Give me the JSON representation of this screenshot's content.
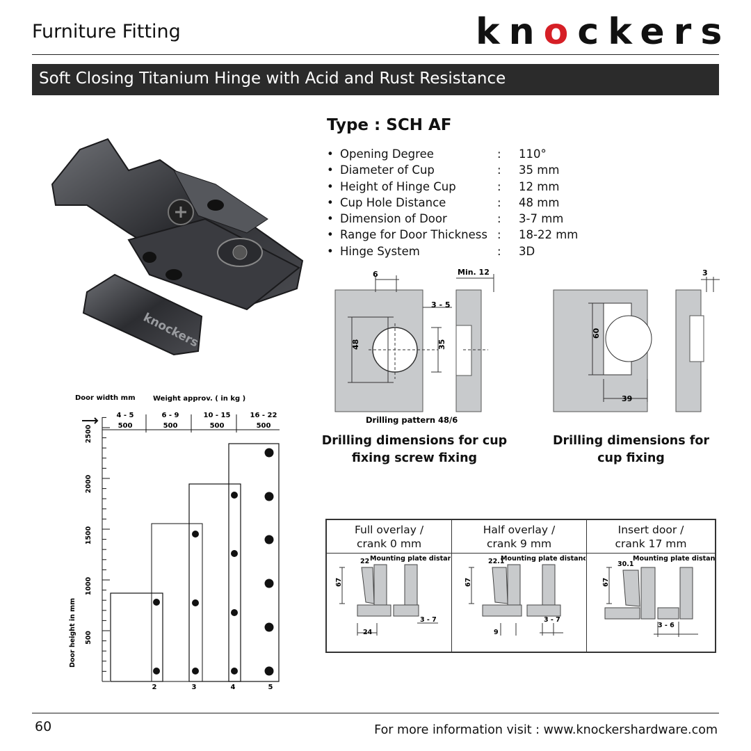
{
  "header": {
    "section_title": "Furniture Fitting",
    "brand": [
      "k",
      "n",
      "o",
      "c",
      "k",
      "e",
      "r",
      "s"
    ],
    "product_title": "Soft Closing Titanium Hinge with Acid and Rust Resistance"
  },
  "product_image": {
    "embossed_text": "knockers"
  },
  "specs": {
    "type_label": "Type :",
    "type_value": "SCH AF",
    "items": [
      {
        "label": "Opening Degree",
        "value": "110°"
      },
      {
        "label": "Diameter of Cup",
        "value": "35 mm"
      },
      {
        "label": "Height of Hinge Cup",
        "value": "12 mm"
      },
      {
        "label": "Cup Hole Distance",
        "value": "48 mm"
      },
      {
        "label": "Dimension of Door",
        "value": "3-7 mm"
      },
      {
        "label": "Range for Door Thickness",
        "value": "18-22 mm"
      },
      {
        "label": "Hinge System",
        "value": "3D"
      }
    ]
  },
  "drill_screw": {
    "dim_top": "6",
    "dim_min": "Min. 12",
    "dim_edge": "3 - 5",
    "dim_height": "48",
    "dim_cup": "35",
    "pattern": "Drilling pattern 48/6",
    "caption": "Drilling dimensions for cup fixing screw fixing"
  },
  "drill_cup": {
    "dim_height": "60",
    "dim_width": "39",
    "dim_top": "3",
    "caption": "Drilling dimensions for cup fixing"
  },
  "load_chart": {
    "axis_title_x": "Door width mm",
    "axis_title_group": "Weight approv. ( in kg )",
    "axis_title_y": "Door height in mm",
    "groups": [
      {
        "range": "4 - 5",
        "width": "500"
      },
      {
        "range": "6 - 9",
        "width": "500"
      },
      {
        "range": "10 - 15",
        "width": "500"
      },
      {
        "range": "16 - 22",
        "width": "500"
      }
    ],
    "y_ticks": [
      "500",
      "1000",
      "1500",
      "2000",
      "2500"
    ],
    "hinge_counts": [
      "2",
      "3",
      "4",
      "5"
    ]
  },
  "overlay": [
    {
      "title": "Full overlay /",
      "subtitle": "crank 0 mm",
      "plate": "Mounting plate distance",
      "d1": "22",
      "d2": "67",
      "d3": "24",
      "d4": "3 - 7"
    },
    {
      "title": "Half overlay /",
      "subtitle": "crank 9 mm",
      "plate": "Mounting plate distance",
      "d1": "22.1",
      "d2": "67",
      "d3": "9",
      "d4": "3 - 7"
    },
    {
      "title": "Insert door /",
      "subtitle": "crank 17 mm",
      "plate": "Mounting plate distance",
      "d1": "30.1",
      "d2": "67",
      "d3": "",
      "d4": "3 - 6"
    }
  ],
  "footer": {
    "page_number": "60",
    "info": "For more information visit : www.knockershardware.com"
  },
  "colors": {
    "brand_red": "#d61f26",
    "title_bar": "#2b2b2b",
    "panel_gray": "#c8cacc"
  }
}
